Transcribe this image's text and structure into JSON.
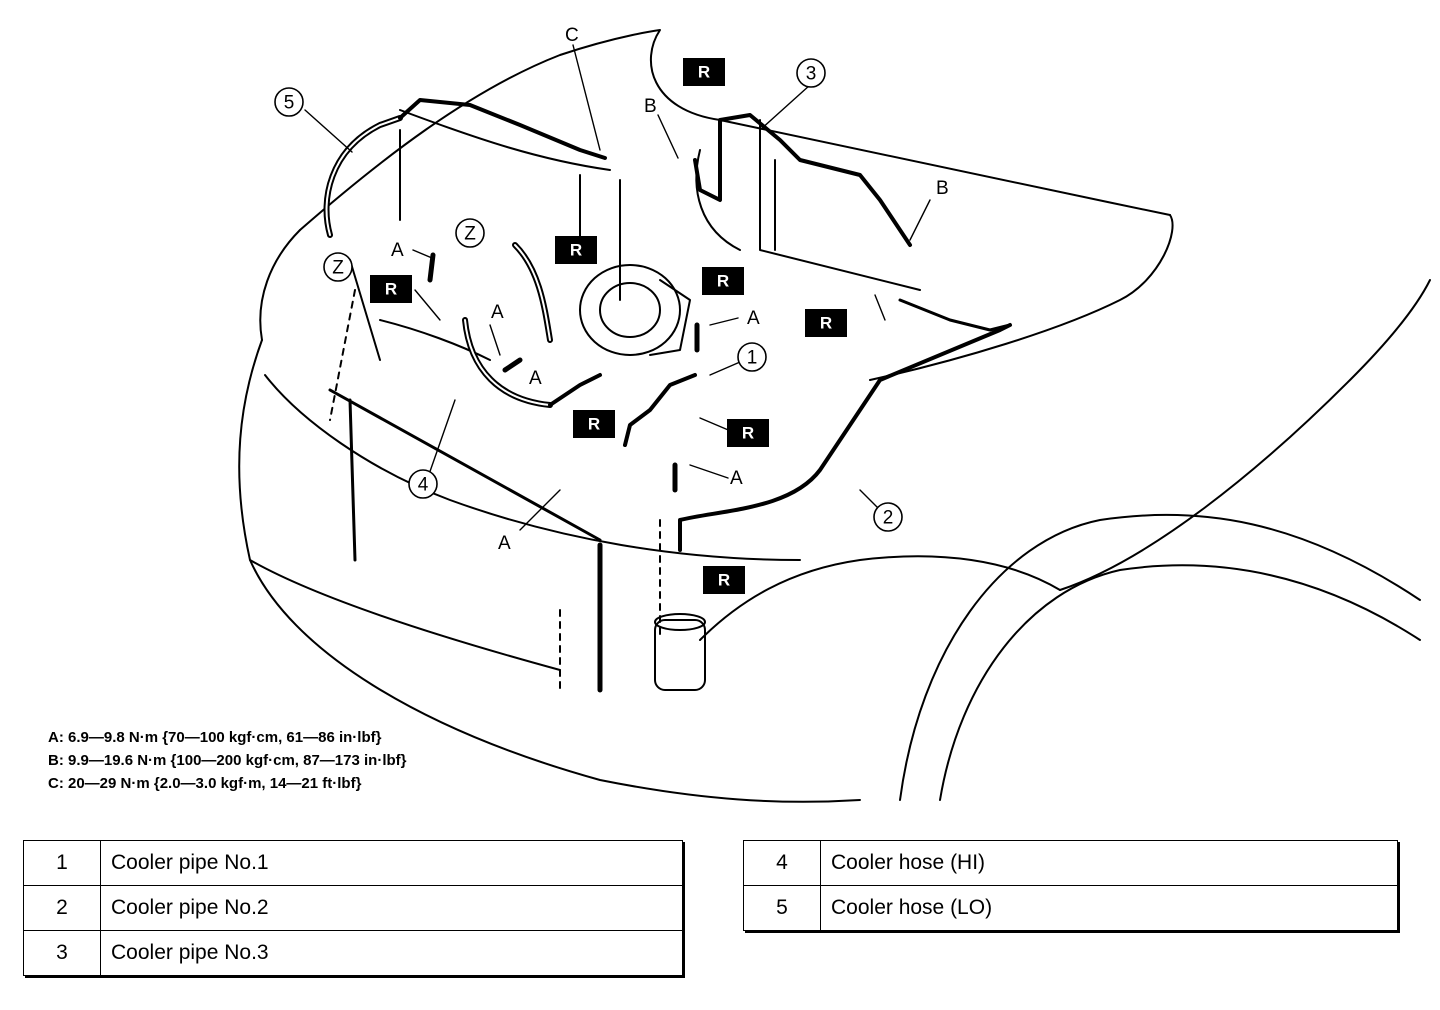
{
  "torque_specs": [
    "A: 6.9—9.8 N·m {70—100 kgf·cm, 61—86 in·lbf}",
    "B: 9.9—19.6 N·m {100—200 kgf·cm, 87—173 in·lbf}",
    "C: 20—29 N·m {2.0—3.0 kgf·m, 14—21 ft·lbf}"
  ],
  "parts_left": [
    {
      "num": "1",
      "name": "Cooler pipe No.1"
    },
    {
      "num": "2",
      "name": "Cooler pipe No.2"
    },
    {
      "num": "3",
      "name": "Cooler pipe No.3"
    }
  ],
  "parts_right": [
    {
      "num": "4",
      "name": "Cooler hose (HI)"
    },
    {
      "num": "5",
      "name": "Cooler hose (LO)"
    }
  ],
  "callouts": {
    "c1": "1",
    "c2": "2",
    "c3": "3",
    "c4": "4",
    "c5": "5",
    "z": "Z"
  },
  "letters": {
    "a": "A",
    "b": "B",
    "c": "C",
    "r": "R"
  }
}
